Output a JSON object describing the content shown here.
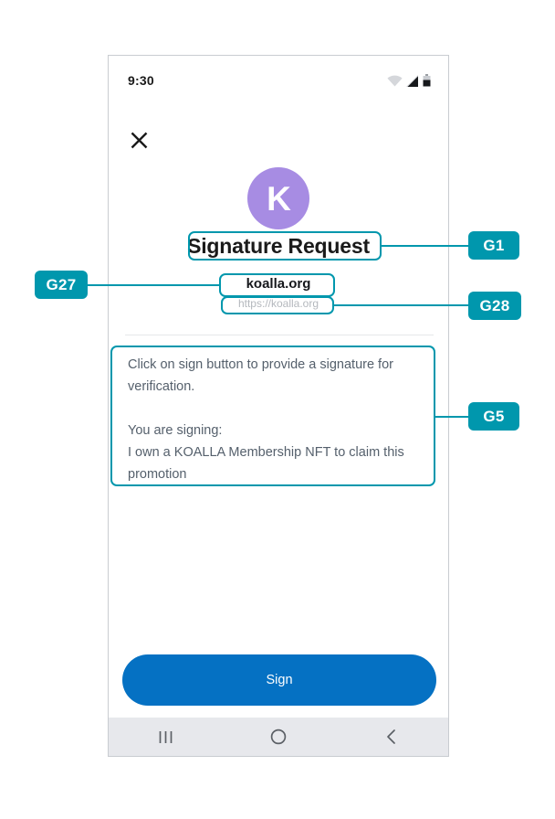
{
  "device": {
    "status_bar": {
      "time": "9:30",
      "icons": [
        "wifi-icon",
        "cellular-signal-icon",
        "battery-icon"
      ]
    },
    "nav_bar": {
      "recents_label": "|||",
      "home_label": "home-icon",
      "back_label": "back-icon"
    }
  },
  "screen": {
    "close_icon": "close-icon",
    "avatar": {
      "letter": "K",
      "color": "#a78ce3"
    },
    "title": "Signature Request",
    "site": {
      "name": "koalla.org",
      "url": "https://koalla.org"
    },
    "message": {
      "line1": "Click on sign button to provide a signature for verification.",
      "line2": "You are signing:",
      "line3": "I own a KOALLA Membership NFT to claim this promotion"
    },
    "primary_button": {
      "label": "Sign",
      "color": "#0571c3"
    }
  },
  "annotations": {
    "accent_color": "#0097ad",
    "items": [
      {
        "id": "G1",
        "label": "G1",
        "target": "title"
      },
      {
        "id": "G27",
        "label": "G27",
        "target": "site-name"
      },
      {
        "id": "G28",
        "label": "G28",
        "target": "site-url"
      },
      {
        "id": "G5",
        "label": "G5",
        "target": "message-body"
      }
    ]
  }
}
